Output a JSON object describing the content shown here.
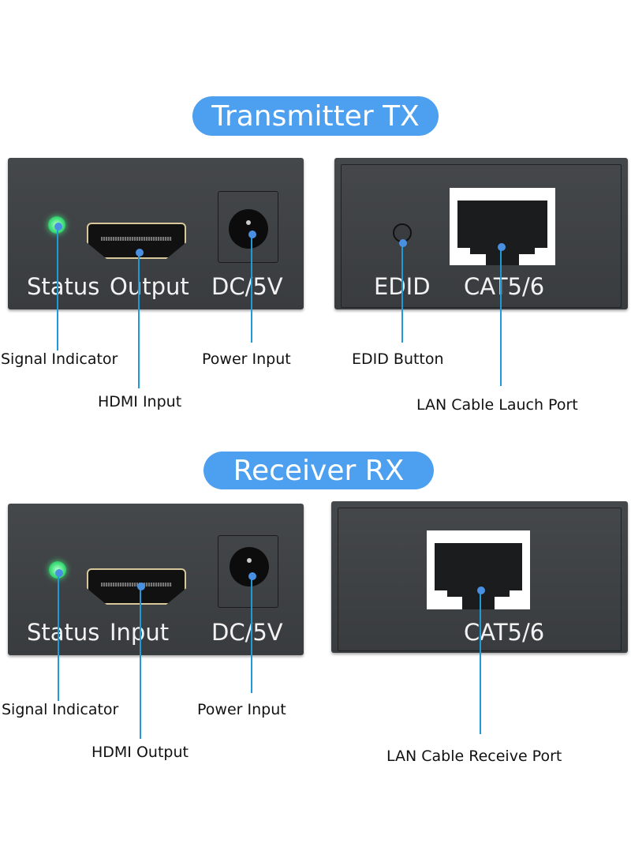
{
  "transmitter": {
    "title": "Transmitter TX",
    "front": {
      "status": "Status",
      "port": "Output",
      "power": "DC/5V"
    },
    "back": {
      "edid": "EDID",
      "cat": "CAT5/6"
    },
    "callouts": {
      "signal": "Signal Indicator",
      "hdmi": "HDMI Input",
      "power": "Power Input",
      "edid": "EDID Button",
      "lan": "LAN Cable Lauch Port"
    }
  },
  "receiver": {
    "title": "Receiver RX",
    "front": {
      "status": "Status",
      "port": "Input",
      "power": "DC/5V"
    },
    "back": {
      "cat": "CAT5/6"
    },
    "callouts": {
      "signal": "Signal Indicator",
      "hdmi": "HDMI Output",
      "power": "Power Input",
      "lan": "LAN Cable Receive Port"
    }
  },
  "colors": {
    "accent": "#4d9ff0",
    "line": "#1c9bd8",
    "panel": "#3d4043",
    "led": "#3ee07a"
  }
}
